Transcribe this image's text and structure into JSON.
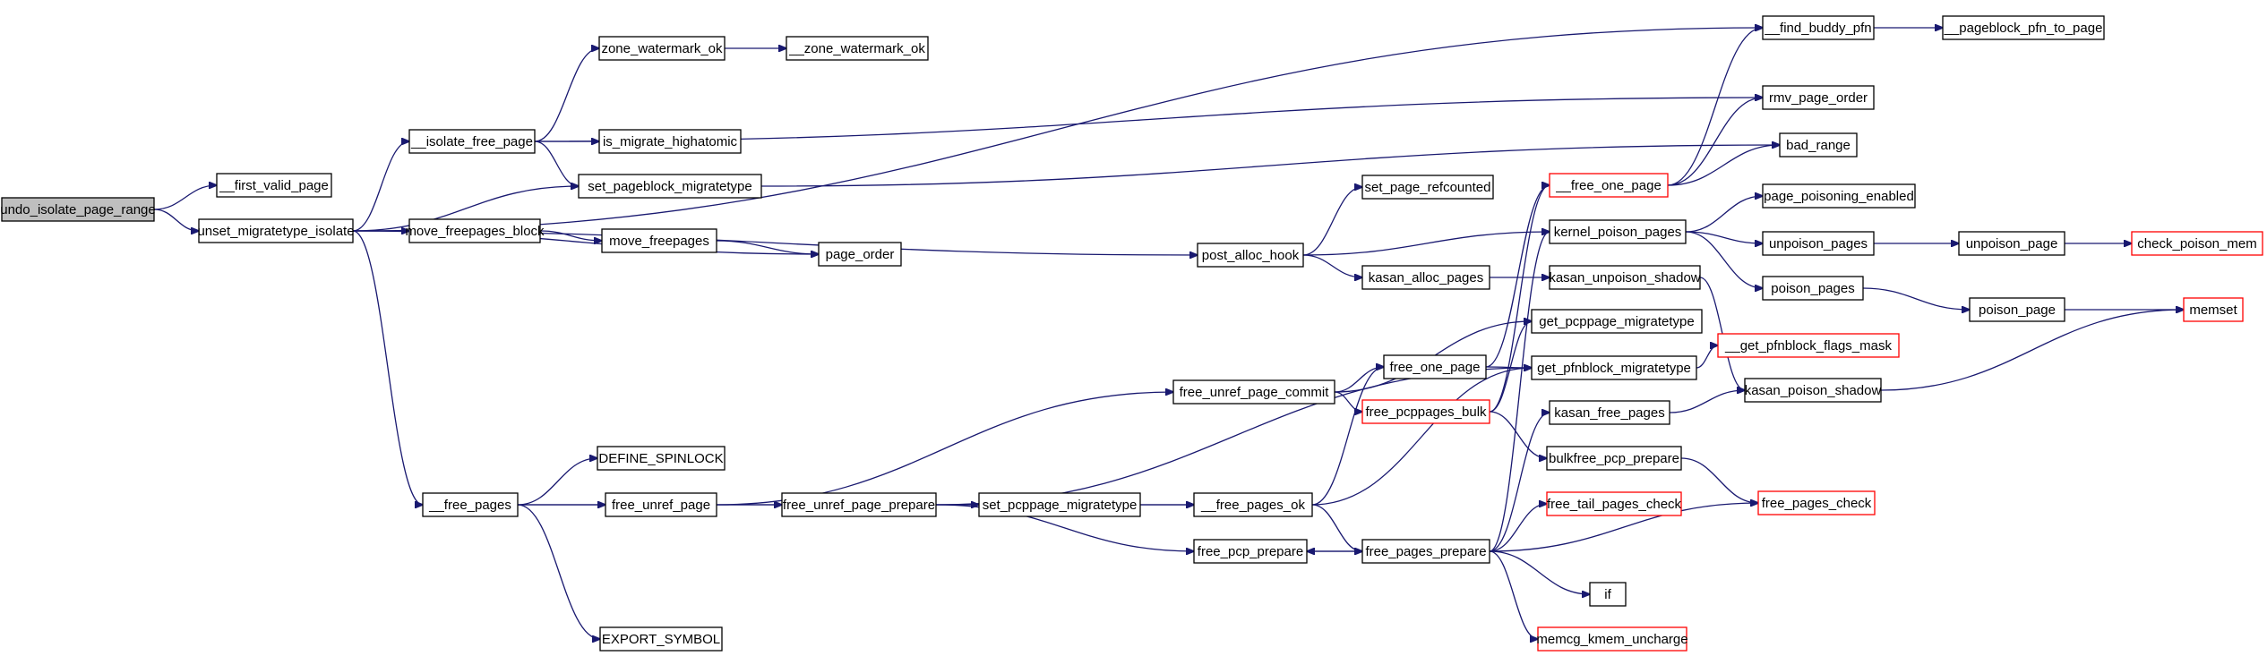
{
  "diagram": {
    "title": "",
    "colors": {
      "edge": "#191970",
      "node_border": "#000000",
      "truncated_border": "#ff0000",
      "root_fill": "#bfbfbf"
    },
    "nodes": [
      {
        "id": "undo_isolate_page_range",
        "label": "undo_isolate_page_range",
        "root": true
      },
      {
        "id": "first_valid_page",
        "label": "__first_valid_page"
      },
      {
        "id": "unset_migratetype_isolate",
        "label": "unset_migratetype_isolate"
      },
      {
        "id": "zone_watermark_ok",
        "label": "zone_watermark_ok"
      },
      {
        "id": "__zone_watermark_ok",
        "label": "__zone_watermark_ok"
      },
      {
        "id": "__isolate_free_page",
        "label": "__isolate_free_page"
      },
      {
        "id": "is_migrate_highatomic",
        "label": "is_migrate_highatomic"
      },
      {
        "id": "set_pageblock_migratetype",
        "label": "set_pageblock_migratetype"
      },
      {
        "id": "move_freepages_block",
        "label": "move_freepages_block"
      },
      {
        "id": "move_freepages",
        "label": "move_freepages"
      },
      {
        "id": "page_order",
        "label": "page_order"
      },
      {
        "id": "__free_pages",
        "label": "__free_pages"
      },
      {
        "id": "DEFINE_SPINLOCK",
        "label": "DEFINE_SPINLOCK"
      },
      {
        "id": "free_unref_page",
        "label": "free_unref_page"
      },
      {
        "id": "EXPORT_SYMBOL",
        "label": "EXPORT_SYMBOL"
      },
      {
        "id": "free_unref_page_prepare",
        "label": "free_unref_page_prepare"
      },
      {
        "id": "set_pcppage_migratetype",
        "label": "set_pcppage_migratetype"
      },
      {
        "id": "__free_pages_ok",
        "label": "__free_pages_ok"
      },
      {
        "id": "free_pcp_prepare",
        "label": "free_pcp_prepare"
      },
      {
        "id": "free_unref_page_commit",
        "label": "free_unref_page_commit"
      },
      {
        "id": "post_alloc_hook",
        "label": "post_alloc_hook"
      },
      {
        "id": "set_page_refcounted",
        "label": "set_page_refcounted"
      },
      {
        "id": "kasan_alloc_pages",
        "label": "kasan_alloc_pages"
      },
      {
        "id": "__find_buddy_pfn",
        "label": "__find_buddy_pfn"
      },
      {
        "id": "__pageblock_pfn_to_page",
        "label": "__pageblock_pfn_to_page"
      },
      {
        "id": "rmv_page_order",
        "label": "rmv_page_order"
      },
      {
        "id": "bad_range",
        "label": "bad_range"
      },
      {
        "id": "__free_one_page",
        "label": "__free_one_page",
        "truncated": true
      },
      {
        "id": "kernel_poison_pages",
        "label": "kernel_poison_pages"
      },
      {
        "id": "page_poisoning_enabled",
        "label": "page_poisoning_enabled"
      },
      {
        "id": "unpoison_pages",
        "label": "unpoison_pages"
      },
      {
        "id": "unpoison_page",
        "label": "unpoison_page"
      },
      {
        "id": "check_poison_mem",
        "label": "check_poison_mem",
        "truncated": true
      },
      {
        "id": "poison_pages",
        "label": "poison_pages"
      },
      {
        "id": "poison_page",
        "label": "poison_page"
      },
      {
        "id": "memset",
        "label": "memset",
        "truncated": true
      },
      {
        "id": "kasan_unpoison_shadow",
        "label": "kasan_unpoison_shadow"
      },
      {
        "id": "get_pcppage_migratetype",
        "label": "get_pcppage_migratetype"
      },
      {
        "id": "free_one_page",
        "label": "free_one_page"
      },
      {
        "id": "get_pfnblock_migratetype",
        "label": "get_pfnblock_migratetype"
      },
      {
        "id": "__get_pfnblock_flags_mask",
        "label": "__get_pfnblock_flags_mask",
        "truncated": true
      },
      {
        "id": "free_pcppages_bulk",
        "label": "free_pcppages_bulk",
        "truncated": true
      },
      {
        "id": "kasan_poison_shadow",
        "label": "kasan_poison_shadow"
      },
      {
        "id": "kasan_free_pages",
        "label": "kasan_free_pages"
      },
      {
        "id": "bulkfree_pcp_prepare",
        "label": "bulkfree_pcp_prepare"
      },
      {
        "id": "free_tail_pages_check",
        "label": "free_tail_pages_check",
        "truncated": true
      },
      {
        "id": "free_pages_check",
        "label": "free_pages_check",
        "truncated": true
      },
      {
        "id": "free_pages_prepare",
        "label": "free_pages_prepare"
      },
      {
        "id": "if",
        "label": "if"
      },
      {
        "id": "memcg_kmem_uncharge",
        "label": "memcg_kmem_uncharge",
        "truncated": true
      }
    ],
    "edges": [
      [
        "undo_isolate_page_range",
        "first_valid_page"
      ],
      [
        "undo_isolate_page_range",
        "unset_migratetype_isolate"
      ],
      [
        "unset_migratetype_isolate",
        "find_buddy"
      ],
      [
        "unset_migratetype_isolate",
        "__isolate_free_page"
      ],
      [
        "unset_migratetype_isolate",
        "set_pageblock_migratetype"
      ],
      [
        "unset_migratetype_isolate",
        "move_freepages_block"
      ],
      [
        "unset_migratetype_isolate",
        "page_order"
      ],
      [
        "unset_migratetype_isolate",
        "post_alloc_hook"
      ],
      [
        "unset_migratetype_isolate",
        "__free_pages"
      ],
      [
        "__isolate_free_page",
        "zone_watermark_ok"
      ],
      [
        "zone_watermark_ok",
        "__zone_watermark_ok"
      ],
      [
        "__isolate_free_page",
        "is_migrate_highatomic"
      ],
      [
        "__isolate_free_page",
        "set_pageblock_migratetype"
      ],
      [
        "__isolate_free_page",
        "rmv_page_order"
      ],
      [
        "set_pageblock_migratetype",
        "bad_range"
      ],
      [
        "move_freepages_block",
        "move_freepages"
      ],
      [
        "move_freepages",
        "page_order"
      ],
      [
        "__free_pages",
        "DEFINE_SPINLOCK"
      ],
      [
        "__free_pages",
        "free_unref_page"
      ],
      [
        "__free_pages",
        "EXPORT_SYMBOL"
      ],
      [
        "__free_pages",
        "__free_pages_ok"
      ],
      [
        "free_unref_page",
        "free_unref_page_prepare"
      ],
      [
        "free_unref_page",
        "free_unref_page_commit"
      ],
      [
        "free_unref_page_prepare",
        "set_pcppage_migratetype"
      ],
      [
        "free_unref_page_prepare",
        "free_pcp_prepare"
      ],
      [
        "free_unref_page_prepare",
        "get_pfnblock_migratetype"
      ],
      [
        "set_pcppage_migratetype",
        "__free_pages_ok"
      ],
      [
        "__free_pages_ok",
        "free_one_page"
      ],
      [
        "__free_pages_ok",
        "free_pages_prepare"
      ],
      [
        "__free_pages_ok",
        "get_pfnblock_migratetype"
      ],
      [
        "free_pcp_prepare",
        "free_pages_prepare"
      ],
      [
        "free_pages_prepare",
        "free_pcp_prepare"
      ],
      [
        "free_unref_page_commit",
        "get_pcppage_migratetype"
      ],
      [
        "free_unref_page_commit",
        "free_one_page"
      ],
      [
        "free_unref_page_commit",
        "free_pcppages_bulk"
      ],
      [
        "post_alloc_hook",
        "set_page_refcounted"
      ],
      [
        "post_alloc_hook",
        "kernel_poison_pages"
      ],
      [
        "post_alloc_hook",
        "kasan_alloc_pages"
      ],
      [
        "kasan_alloc_pages",
        "kasan_unpoison_shadow"
      ],
      [
        "find_buddy",
        "pageblock_pfn"
      ],
      [
        "__free_one_page",
        "find_buddy"
      ],
      [
        "__free_one_page",
        "rmv_page_order"
      ],
      [
        "__free_one_page",
        "bad_range"
      ],
      [
        "free_one_page",
        "__free_one_page"
      ],
      [
        "free_one_page",
        "get_pfnblock_migratetype"
      ],
      [
        "kernel_poison_pages",
        "page_poisoning_enabled"
      ],
      [
        "kernel_poison_pages",
        "unpoison_pages"
      ],
      [
        "kernel_poison_pages",
        "poison_pages"
      ],
      [
        "unpoison_pages",
        "unpoison_page"
      ],
      [
        "unpoison_page",
        "check_poison_mem"
      ],
      [
        "poison_pages",
        "poison_page"
      ],
      [
        "poison_page",
        "memset"
      ],
      [
        "kasan_unpoison_shadow",
        "kasan_poison_shadow"
      ],
      [
        "kasan_poison_shadow",
        "memset"
      ],
      [
        "get_pfnblock_migratetype",
        "__get_pfnblock_flags_mask"
      ],
      [
        "free_pcppages_bulk",
        "__free_one_page"
      ],
      [
        "free_pcppages_bulk",
        "get_pcppage_migratetype"
      ],
      [
        "free_pcppages_bulk",
        "bulkfree_pcp_prepare"
      ],
      [
        "bulkfree_pcp_prepare",
        "free_pages_check"
      ],
      [
        "kasan_free_pages",
        "kasan_poison_shadow"
      ],
      [
        "free_pages_prepare",
        "kernel_poison_pages"
      ],
      [
        "free_pages_prepare",
        "kasan_free_pages"
      ],
      [
        "free_pages_prepare",
        "free_tail_pages_check"
      ],
      [
        "free_pages_prepare",
        "free_pages_check"
      ],
      [
        "free_pages_prepare",
        "if"
      ],
      [
        "free_pages_prepare",
        "memcg_kmem_uncharge"
      ]
    ]
  },
  "extra_nodes": [
    {
      "id": "find_buddy",
      "label": "__find_buddy_pfn"
    },
    {
      "id": "pageblock_pfn",
      "label": "__pageblock_pfn_to_page"
    }
  ]
}
